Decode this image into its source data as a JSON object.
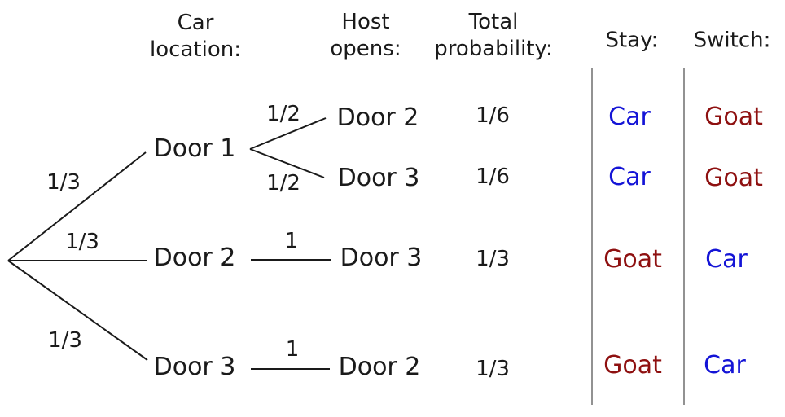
{
  "diagram": {
    "type": "probability-tree",
    "subject": "Monty Hall problem decision tree"
  },
  "colors": {
    "car_text": "#1414d6",
    "goat_text": "#8e1010",
    "tree_line": "#1a1a1a",
    "separator_line": "#6e6e6e",
    "text": "#1a1a1a",
    "background": "#ffffff"
  },
  "headers": {
    "car_location": {
      "line1": "Car",
      "line2": "location:"
    },
    "host_opens": {
      "line1": "Host",
      "line2": "opens:"
    },
    "total_probability": {
      "line1": "Total",
      "line2": "probability:"
    },
    "stay": "Stay:",
    "switch": "Switch:"
  },
  "root_branches": [
    {
      "probability": "1/3",
      "door": "Door 1"
    },
    {
      "probability": "1/3",
      "door": "Door 2"
    },
    {
      "probability": "1/3",
      "door": "Door 3"
    }
  ],
  "rows": [
    {
      "host_probability": "1/2",
      "host_opens": "Door 2",
      "total_probability": "1/6",
      "stay": "Car",
      "switch": "Goat"
    },
    {
      "host_probability": "1/2",
      "host_opens": "Door 3",
      "total_probability": "1/6",
      "stay": "Car",
      "switch": "Goat"
    },
    {
      "host_probability": "1",
      "host_opens": "Door 3",
      "total_probability": "1/3",
      "stay": "Goat",
      "switch": "Car"
    },
    {
      "host_probability": "1",
      "host_opens": "Door 2",
      "total_probability": "1/3",
      "stay": "Goat",
      "switch": "Car"
    }
  ]
}
